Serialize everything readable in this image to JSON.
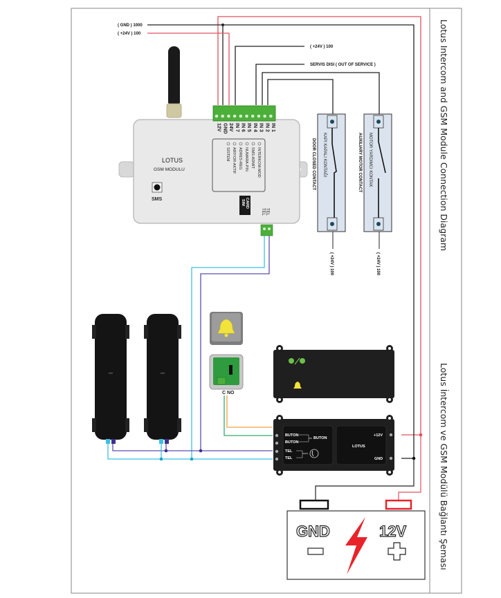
{
  "titles": {
    "english": "Lotus Intercom and GSM Module Connection Diagram",
    "turkish": "Lotus İntercom ve GSM Modülü Bağlantı Şeması"
  },
  "wire_labels": {
    "gnd_1000": "( GND ) 1000",
    "plus24_100_left": "( +24V ) 100",
    "plus24_100_top": "( +24V ) 100",
    "servis_disi": "SERVIS DISI ( OUT OF SERVICE )",
    "door_contact_bottom": "( +24V ) 100",
    "motor_contact_bottom": "( +24V ) 100"
  },
  "gsm_module": {
    "brand": "LOTUS",
    "subtitle": "GSM MODULU",
    "sms_button": "SMS",
    "sim_card": [
      "SIM",
      "CARD"
    ],
    "tel_labels": [
      "TEL",
      "TEL"
    ],
    "terminals": [
      "IN 1",
      "IN 2",
      "IN 3",
      "IN 4",
      "IN 5",
      "IN 6",
      "IN 7",
      "24V",
      "GND",
      "12V"
    ],
    "leds": [
      "INTERKOM-MOD",
      "SMS-ADMIT",
      "NUMARA-PIN",
      "ADRES-REG",
      "ARIYOR-AKTIF",
      "SISTEM"
    ]
  },
  "door_contact": {
    "label_tr": "KAPI KAPALI KONTAĞI",
    "label_en": "DOOR CLOSED CONTACT"
  },
  "motor_contact": {
    "label_tr": "MOTOR YARDIMCI KONTAK",
    "label_en": "AUXILIARY MOTOR CONTACT"
  },
  "button_terminal": "C NO",
  "intercom_unit": {
    "brand": "LOTUS",
    "left_terminals": [
      "BUTON",
      "BUTON",
      "TEL",
      "TEL"
    ],
    "buton_group_label": "BUTON",
    "right_terminals": [
      "+12V",
      "GND"
    ]
  },
  "battery": {
    "gnd_label": "GND",
    "v_label": "12V",
    "minus_symbol": "minus-icon",
    "plus_symbol": "plus-icon"
  },
  "colors": {
    "red_wire": "#e0505e",
    "black_wire": "#222222",
    "cyan_wire": "#3bbfe3",
    "purple_wire": "#5a4fb0",
    "orange_wire": "#f2a144",
    "green_wire": "#2fae6a",
    "terminal_green": "#4caf3a",
    "bolt_red": "#e8232a"
  }
}
